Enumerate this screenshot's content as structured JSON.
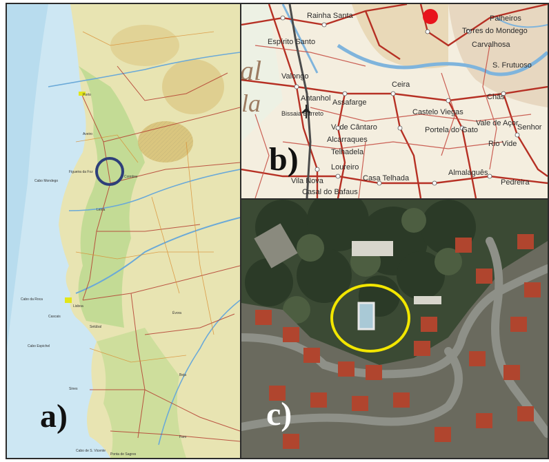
{
  "panels": {
    "a": {
      "label": "a)"
    },
    "b": {
      "label": "b)"
    },
    "c": {
      "label": "c)"
    }
  },
  "colors": {
    "sea": "#cfe6f2",
    "land": "#e9e6b0",
    "lowland": "#b9d98a",
    "road_red": "#c0392b",
    "circle_blue": "#2e3f7a",
    "circle_yellow": "#f2e600",
    "marker_red": "#e8141c"
  },
  "map_b_places": [
    "Rainha Santa",
    "Espírito Santo",
    "Valongo",
    "Antanhol",
    "Bissaia Barreto",
    "Assafarge",
    "Ceira",
    "Castelo Viegas",
    "V. de Cântaro",
    "Portela do Gato",
    "Vale de Açor",
    "Alcarraques",
    "Telhadela",
    "Loureiro",
    "Casa Telhada",
    "Almalaguês",
    "Vila Nova",
    "Casal do Bafaus",
    "Rio Vide",
    "Torres do Mondego",
    "Palheiros",
    "Carvalhosa",
    "S. Frutuoso",
    "Chãs",
    "Pedreira",
    "Senhor"
  ],
  "map_a_places": [
    "Porto",
    "Lisboa",
    "Cabo da Roca",
    "Cascais",
    "Cabo Espichel",
    "Sines",
    "Cabo de S. Vicente",
    "Ponta de Sagres",
    "Faro",
    "Setúbal",
    "Figueira da Foz",
    "Cabo Mondego",
    "Aveiro",
    "Leiria",
    "Coimbra",
    "Évora",
    "Beja"
  ]
}
